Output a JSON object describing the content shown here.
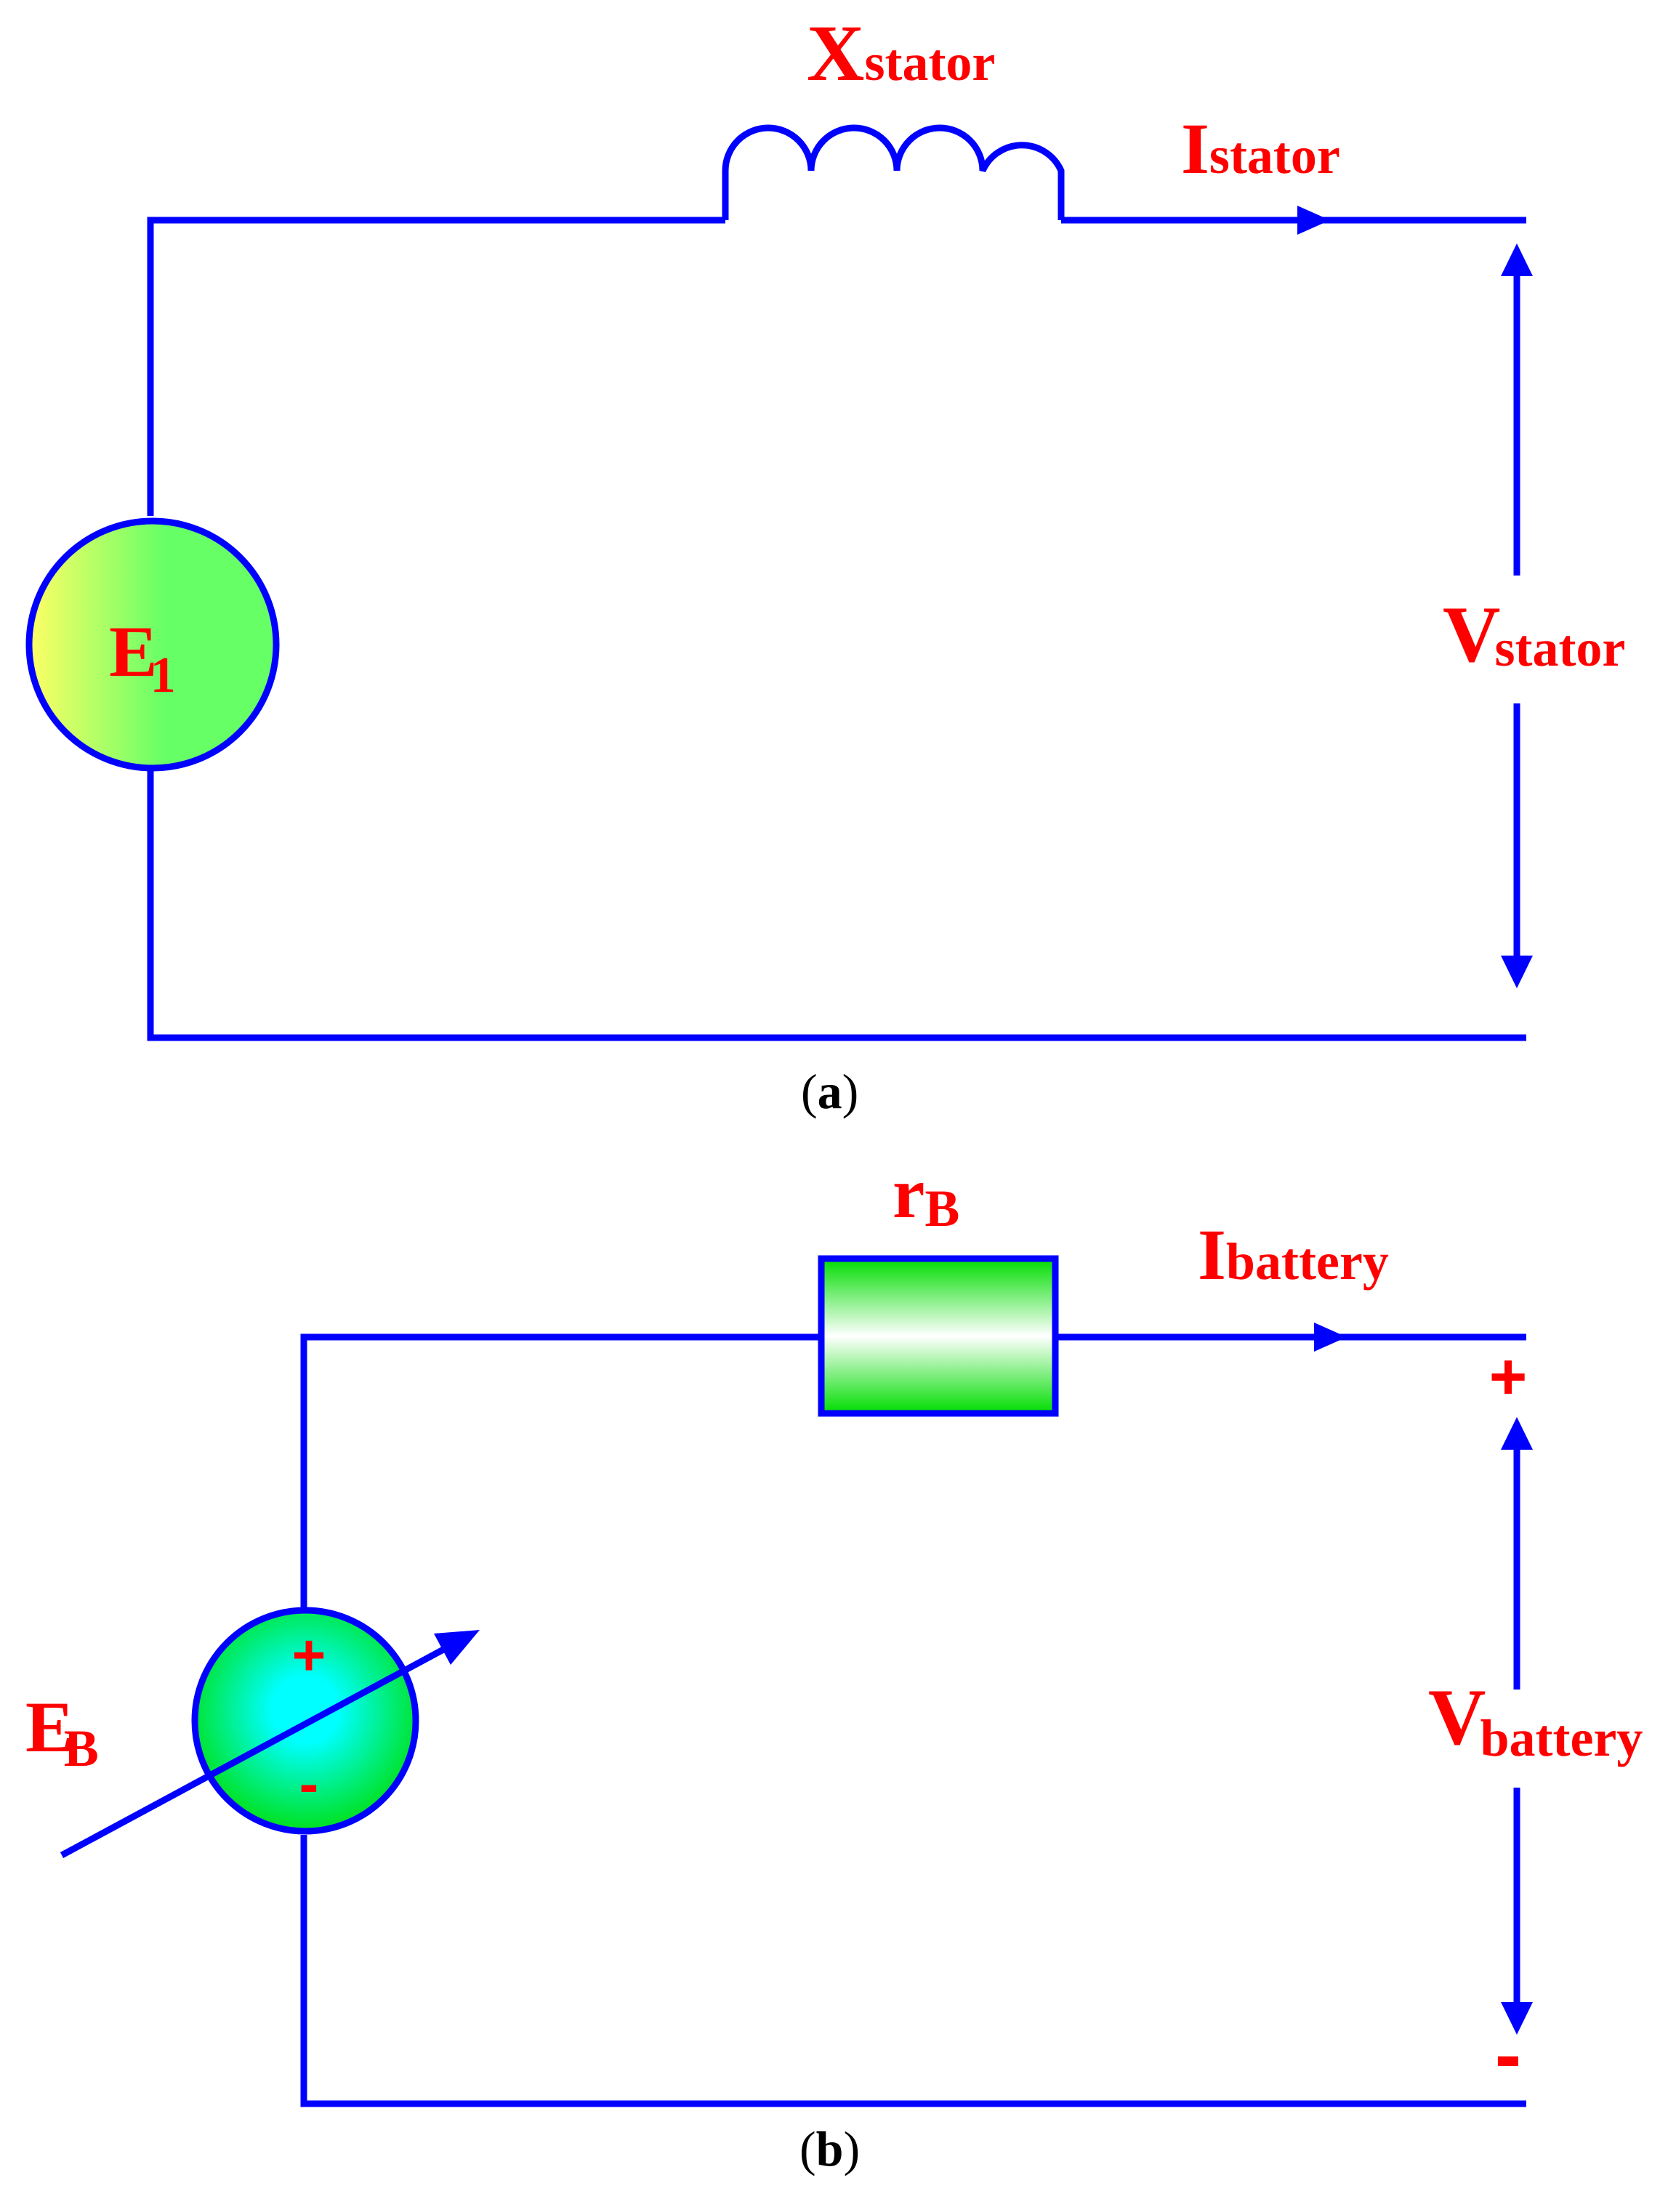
{
  "colors": {
    "wire": "#0000ff",
    "label": "#ff0000",
    "caption": "#000000",
    "source_a_gradient": [
      "#ffff66",
      "#66ff66"
    ],
    "source_b_gradient": [
      "#00dd00",
      "#00ffff"
    ],
    "resistor_gradient": [
      "#00dd00",
      "#ffffff"
    ]
  },
  "panel_a": {
    "caption_open": "(",
    "caption_letter": "a",
    "caption_close": ")",
    "source": {
      "main": "E",
      "sub": "1"
    },
    "inductor": {
      "main": "X",
      "sub": "stator"
    },
    "current": {
      "main": "I",
      "sub": "stator"
    },
    "voltage": {
      "main": "V",
      "sub": "stator"
    }
  },
  "panel_b": {
    "caption_open": "(",
    "caption_letter": "b",
    "caption_close": ")",
    "source": {
      "main": "E",
      "sub": "B",
      "plus": "+",
      "minus": "-"
    },
    "resistor": {
      "main": "r",
      "sub": "B"
    },
    "current": {
      "main": "I",
      "sub": "battery"
    },
    "voltage": {
      "main": "V",
      "sub": "battery"
    },
    "terminal_plus": "+",
    "terminal_minus": "-"
  }
}
